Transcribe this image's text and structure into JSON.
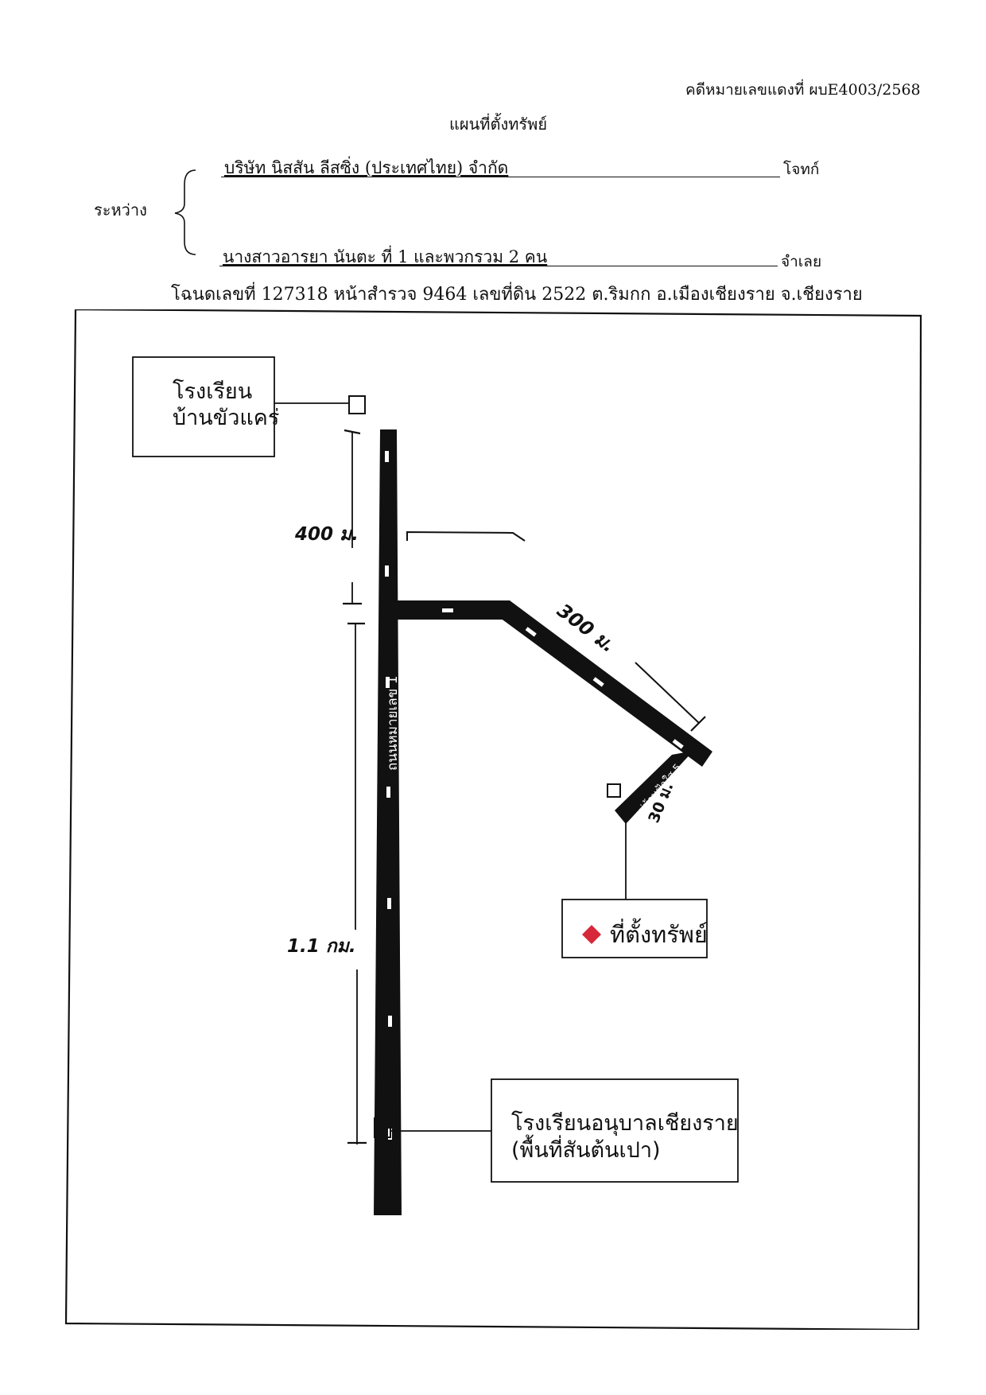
{
  "header": {
    "case_number": "คดีหมายเลขแดงที่ ผบE4003/2568",
    "title": "แผนที่ตั้งทรัพย์",
    "between_label": "ระหว่าง",
    "plaintiff": {
      "name": "บริษัท นิสสัน ลีสซิ่ง (ประเทศไทย) จำกัด",
      "role": "โจทก์"
    },
    "defendant": {
      "name": "นางสาวอารยา นันตะ ที่ 1 และพวกรวม 2 คน",
      "role": "จำเลย"
    },
    "deed_info": "โฉนดเลขที่ 127318 หน้าสำรวจ 9464 เลขที่ดิน 2522 ต.ริมกก อ.เมืองเชียงราย จ.เชียงราย"
  },
  "map": {
    "landmark_top": {
      "line1": "โรงเรียน",
      "line2": "บ้านขัวแคร่"
    },
    "landmark_bottom": {
      "line1": "โรงเรียนอนุบาลเชียงราย",
      "line2": "(พื้นที่สันต้นเปา)"
    },
    "property_label": "ที่ตั้งทรัพย์",
    "main_road_label": "ถนนหมายเลข 1",
    "village_label": "หมู่บ้านฟ้าใส 5",
    "distance_top": "400 ม.",
    "distance_bottom": "1.1 กม.",
    "distance_branch": "300 ม.",
    "distance_end": "30 ม.",
    "colors": {
      "road": "#111111",
      "marker": "#d6283a",
      "line": "#111111"
    },
    "icons": {
      "marker": "diamond-marker-icon"
    }
  }
}
